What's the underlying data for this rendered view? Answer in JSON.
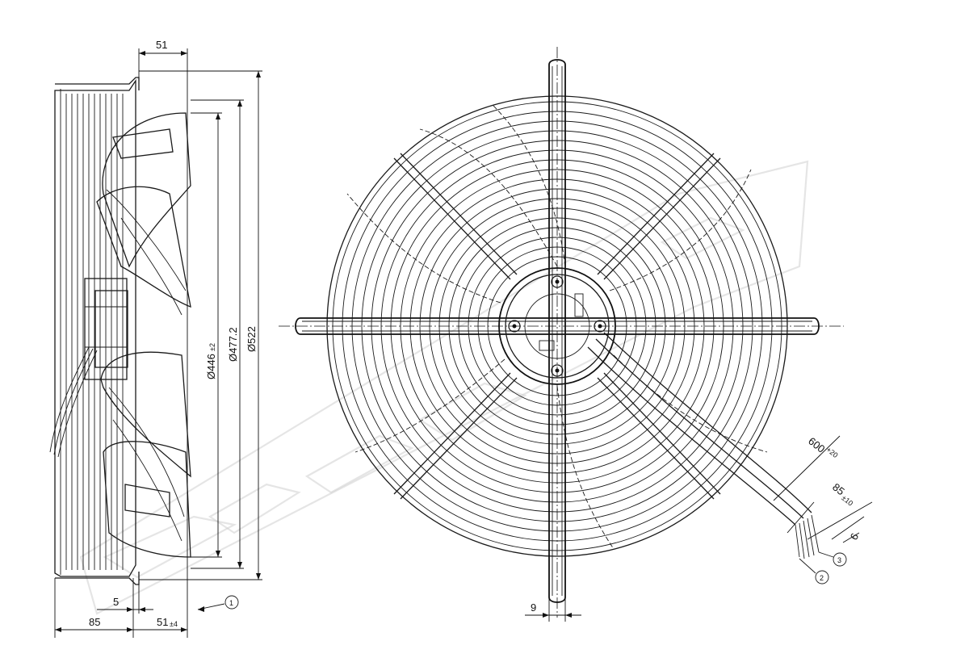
{
  "side_view": {
    "dim_top_offset": "51",
    "dia_446": "Ø446",
    "dia_446_tol": "±2",
    "dia_477": "Ø477.2",
    "dia_522": "Ø522",
    "dim_5": "5",
    "dim_85": "85",
    "dim_51": "51",
    "dim_51_tol": "±4",
    "callout_1": "1"
  },
  "front_view": {
    "cable_length": "600",
    "cable_length_tol": "+20",
    "strip_length": "85",
    "strip_length_tol": "±10",
    "wire_strip": "6",
    "callout_2": "2",
    "callout_3": "3",
    "mount_width": "9"
  }
}
